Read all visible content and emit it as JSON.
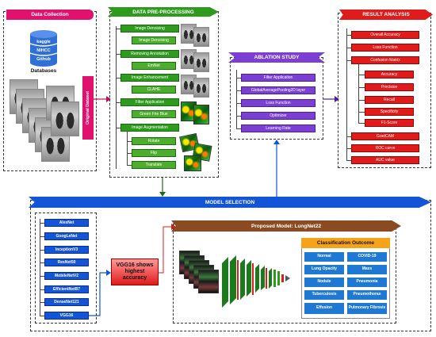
{
  "data_collection": {
    "title": "Data Collection",
    "sources": [
      "kaggle",
      "NIHCC",
      "Github"
    ],
    "databases_label": "Databases",
    "original_dataset_label": "Original Dataset"
  },
  "preprocessing": {
    "title": "DATA PRE-PROCESSING",
    "steps": [
      {
        "label": "Image Denoising",
        "sub": [
          "Image Denoising"
        ]
      },
      {
        "label": "Removing Annotation",
        "sub": [
          "EmNet"
        ]
      },
      {
        "label": "Image Enhancement",
        "sub": [
          "CLAHE"
        ]
      },
      {
        "label": "Filter Application",
        "sub": [
          "Green Fire Blue"
        ]
      },
      {
        "label": "Image Augmentation",
        "sub": [
          "Rotate",
          "Flip",
          "Translate"
        ]
      }
    ]
  },
  "ablation": {
    "title": "ABLATION STUDY",
    "items": [
      "Filter Application",
      "GlobalAveragePooling2D layer",
      "Loss Function",
      "Optimizer",
      "Learning Rate"
    ]
  },
  "results": {
    "title": "RESULT ANALYSIS",
    "items": [
      "Overall Accuracy",
      "Loss Function",
      "Confusion Matrix"
    ],
    "confusion_sub": [
      "Accuracy",
      "Precision",
      "Recall",
      "Specificity",
      "F1-Score"
    ],
    "extra": [
      "GradCAM",
      "ROC curve",
      "AUC value"
    ]
  },
  "model_selection": {
    "title": "MODEL SELECTION",
    "models": [
      "AlexNet",
      "GoogLeNet",
      "InceptionV3",
      "ResNet50",
      "MobileNetV2",
      "EfficientNetB7",
      "DenseNet121",
      "VGG16"
    ],
    "highlight": "VGG16 shows highest accuracy"
  },
  "proposed": {
    "title": "Proposed Model: LungNet22",
    "outcome_title": "Classification Outcome",
    "classes": [
      [
        "Normal",
        "COVID-19"
      ],
      [
        "Lung Opacity",
        "Mass"
      ],
      [
        "Nodule",
        "Pneumonia"
      ],
      [
        "Tuberculosis",
        "Pneumothorax"
      ],
      [
        "Effusion",
        "Pulmonary Fibrosis"
      ]
    ]
  }
}
